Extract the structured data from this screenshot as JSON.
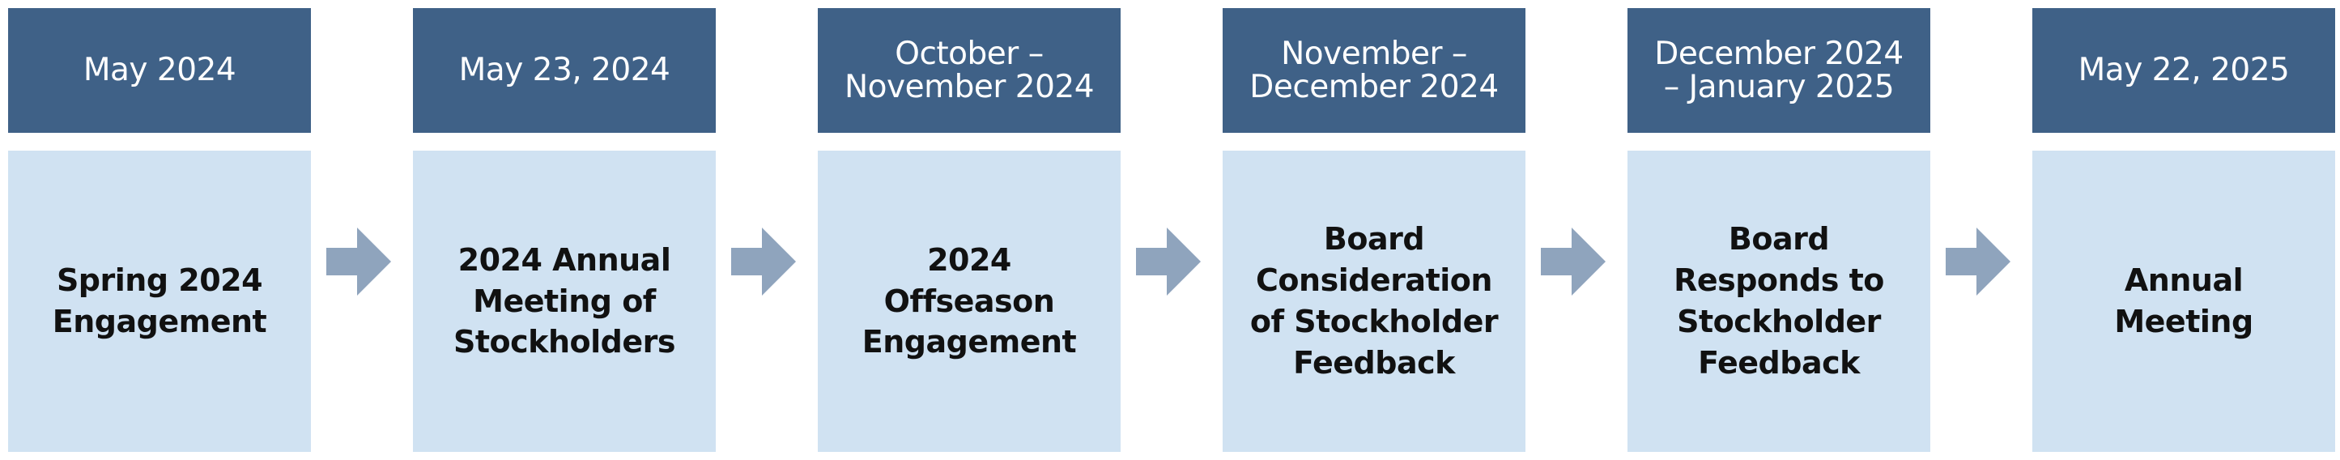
{
  "steps": [
    {
      "date": "May 2024",
      "event": "Spring 2024\nEngagement"
    },
    {
      "date": "May 23, 2024",
      "event": "2024 Annual\nMeeting of\nStockholders"
    },
    {
      "date": "October –\nNovember 2024",
      "event": "2024\nOffseason\nEngagement"
    },
    {
      "date": "November –\nDecember 2024",
      "event": "Board\nConsideration\nof Stockholder\nFeedback"
    },
    {
      "date": "December 2024\n– January 2025",
      "event": "Board\nResponds to\nStockholder\nFeedback"
    },
    {
      "date": "May 22, 2025",
      "event": "Annual\nMeeting"
    }
  ],
  "colors": {
    "date_background": "#3f6187",
    "event_background": "#d0e2f2",
    "arrow": "#8fa4bd",
    "date_text": "#ffffff",
    "event_text": "#111111"
  }
}
